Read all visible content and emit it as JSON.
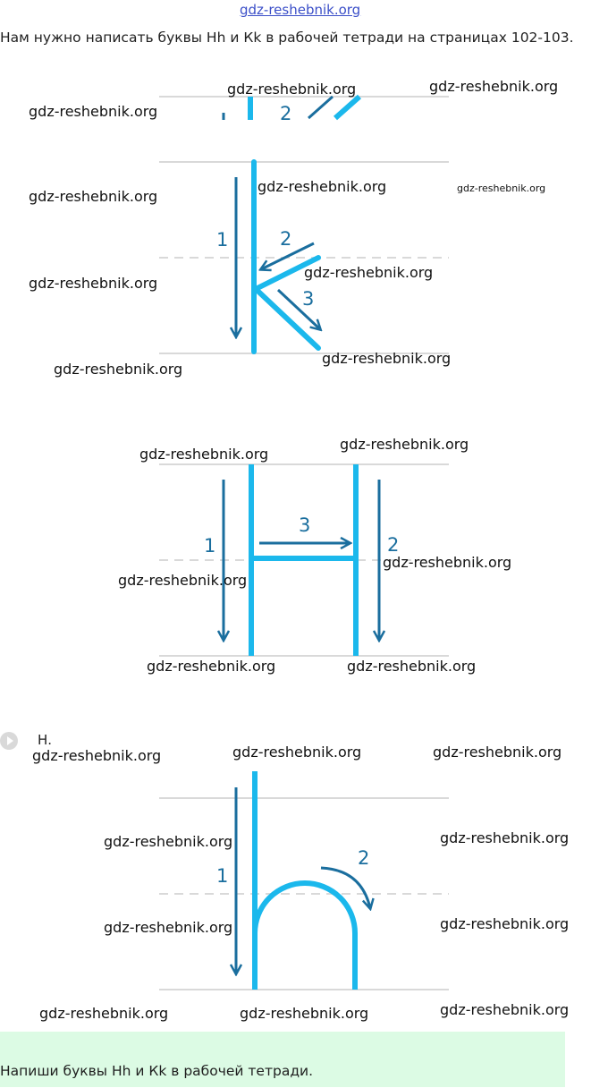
{
  "header": {
    "site_link": "gdz-reshebnik.org",
    "intro_text": "Нам нужно написать буквы Нh и Кk в рабочей тетради на страницах 102-103."
  },
  "watermark": {
    "text": "gdz-reshebnik.org"
  },
  "figures": {
    "k_top_partial": {
      "stroke_numbers": [
        "2"
      ]
    },
    "k_uppercase": {
      "stroke_numbers": [
        "1",
        "2",
        "3"
      ]
    },
    "h_uppercase": {
      "stroke_numbers": [
        "1",
        "3",
        "2"
      ]
    },
    "h_lowercase": {
      "label": "Н.",
      "stroke_numbers": [
        "1",
        "2"
      ]
    }
  },
  "footer": {
    "text": "Напиши буквы Нh и Кk в рабочей тетради."
  },
  "colors": {
    "letter_stroke": "#1bb8ec",
    "arrow": "#1a6e9e",
    "guide_line": "#d9d9d9",
    "footer_bg": "#dcfbe4"
  },
  "icons": {
    "play": "play-icon"
  }
}
